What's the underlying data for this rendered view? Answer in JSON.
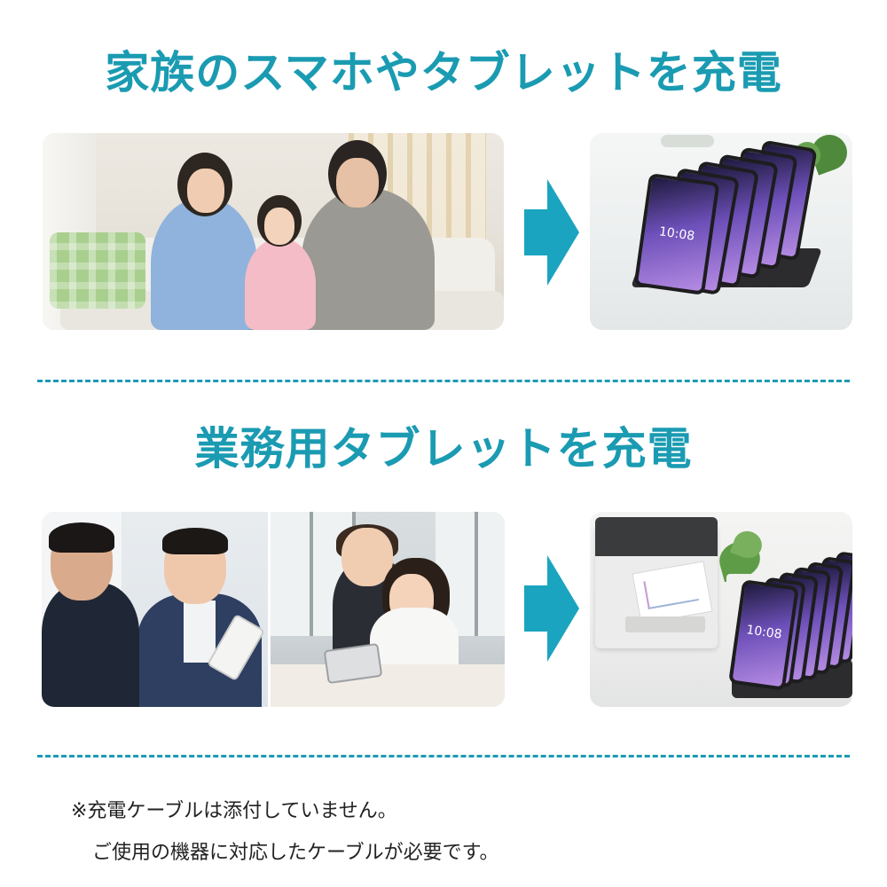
{
  "sections": [
    {
      "title": "家族のスマホやタブレットを充電",
      "photo_left": "family-photo",
      "photo_right": "charging-dock-photo",
      "tablet_time": "10:08"
    },
    {
      "title": "業務用タブレットを充電",
      "photo_left_a": "office-meeting-photo",
      "photo_left_b": "classroom-photo",
      "photo_right": "charging-dock-with-printer-photo",
      "tablet_time": "10:08"
    }
  ],
  "notes": [
    "※充電ケーブルは添付していません。",
    "ご使用の機器に対応したケーブルが必要です。"
  ],
  "colors": {
    "accent": "#1a9bb2",
    "arrow": "#1ba4bf",
    "text": "#222222"
  },
  "icons": {
    "arrow": "arrow-right-icon"
  }
}
